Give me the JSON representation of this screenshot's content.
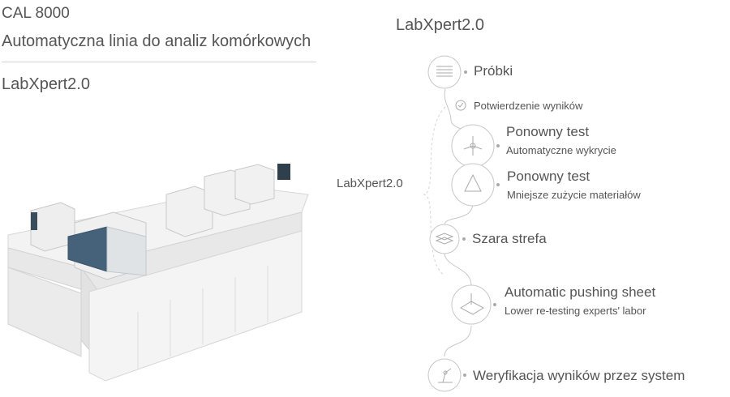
{
  "left": {
    "product_name": "CAL 8000",
    "product_subtitle": "Automatyczna linia do analiz komórkowych",
    "brand": "LabXpert2.0"
  },
  "right": {
    "title": "LabXpert2.0",
    "side_label": "LabXpert2.0",
    "steps": [
      {
        "label": "Próbki",
        "icon": "sample-stack-icon"
      },
      {
        "label": "Potwierdzenie wyników",
        "icon": "check-circle-icon"
      },
      {
        "label": "Ponowny test",
        "sub": "Automatyczne wykrycie",
        "icon": "network-node-icon"
      },
      {
        "label": "Ponowny test",
        "sub": "Mniejsze zużycie materiałów",
        "icon": "triangle-icon"
      },
      {
        "label": "Szara strefa",
        "icon": "layered-sheets-icon"
      },
      {
        "label": "Automatic pushing sheet",
        "sub": "Lower re-testing experts' labor",
        "icon": "slide-push-icon"
      },
      {
        "label": "Weryfikacja wyników przez system",
        "icon": "robot-arm-icon"
      }
    ]
  },
  "colors": {
    "text": "#555555",
    "line": "#cfcfcf",
    "icon": "#b5b5b5"
  }
}
